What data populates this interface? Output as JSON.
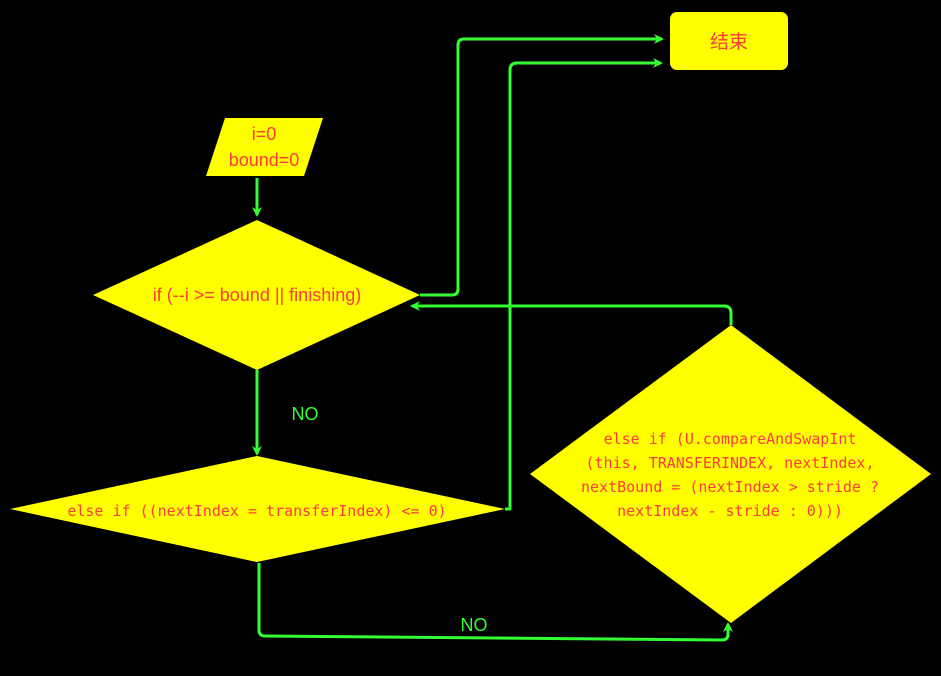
{
  "colors": {
    "background": "#000000",
    "node_fill": "#FFFF00",
    "node_text": "#FF3B3B",
    "arrow": "#33FF33",
    "label": "#33FF33"
  },
  "nodes": {
    "end": {
      "label": "结束"
    },
    "init": {
      "line1": "i=0",
      "line2": "bound=0"
    },
    "cond1": {
      "label": "if (--i >= bound || finishing)"
    },
    "cond2": {
      "label": "else if ((nextIndex = transferIndex) <= 0)"
    },
    "cond3": {
      "line1": "else if (U.compareAndSwapInt",
      "line2": "(this, TRANSFERINDEX, nextIndex,",
      "line3": "nextBound = (nextIndex > stride ?",
      "line4": "nextIndex - stride : 0)))"
    }
  },
  "edges": {
    "cond1_no": {
      "label": "NO"
    },
    "cond2_no": {
      "label": "NO"
    }
  }
}
